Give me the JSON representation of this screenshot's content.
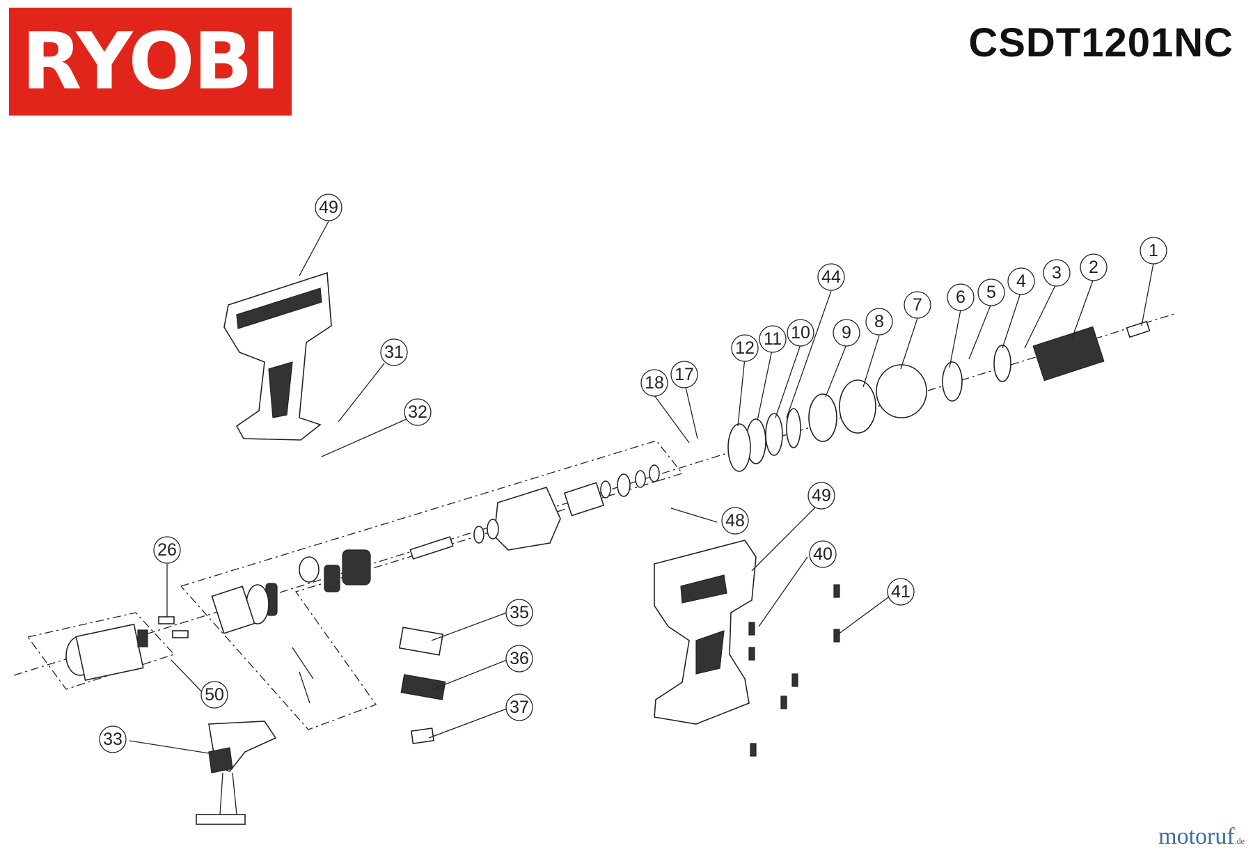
{
  "brand": {
    "logo_text": "RYOBI",
    "color": "#e1251b"
  },
  "model": "CSDT1201NC",
  "watermark": {
    "main": "motoruf",
    "suffix": ".de"
  },
  "callouts": [
    {
      "label": "1"
    },
    {
      "label": "2"
    },
    {
      "label": "3"
    },
    {
      "label": "4"
    },
    {
      "label": "5"
    },
    {
      "label": "6"
    },
    {
      "label": "7"
    },
    {
      "label": "8"
    },
    {
      "label": "9"
    },
    {
      "label": "10"
    },
    {
      "label": "11"
    },
    {
      "label": "12"
    },
    {
      "label": "44"
    },
    {
      "label": "17"
    },
    {
      "label": "18"
    },
    {
      "label": "49"
    },
    {
      "label": "31"
    },
    {
      "label": "32"
    },
    {
      "label": "48"
    },
    {
      "label": "49"
    },
    {
      "label": "40"
    },
    {
      "label": "41"
    },
    {
      "label": "26"
    },
    {
      "label": "35"
    },
    {
      "label": "36"
    },
    {
      "label": "37"
    },
    {
      "label": "50"
    },
    {
      "label": "33"
    }
  ]
}
